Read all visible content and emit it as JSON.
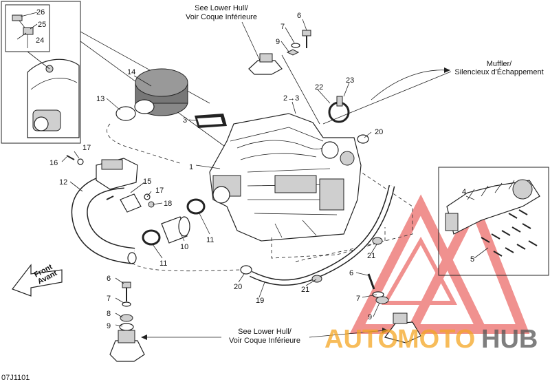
{
  "doc_code": "07J1101",
  "notes": {
    "lower_hull_top": [
      "See Lower Hull/",
      "Voir Coque Inférieure"
    ],
    "lower_hull_bottom": [
      "See Lower Hull/",
      "Voir Coque Inférieure"
    ],
    "muffler": [
      "Muffler/",
      "Silencieux d'Échappement"
    ],
    "front": [
      "Front",
      "Avant"
    ]
  },
  "callouts": {
    "c1": "1",
    "c2_3": "2→3",
    "c3": "3",
    "c4": "4",
    "c5": "5",
    "c6a": "6",
    "c6b": "6",
    "c6c": "6",
    "c7a": "7",
    "c7b": "7",
    "c7c": "7",
    "c8": "8",
    "c9a": "9",
    "c9b": "9",
    "c9c": "9",
    "c10": "10",
    "c11a": "11",
    "c11b": "11",
    "c12": "12",
    "c13": "13",
    "c14": "14",
    "c15": "15",
    "c16": "16",
    "c17a": "17",
    "c17b": "17",
    "c18": "18",
    "c19": "19",
    "c20a": "20",
    "c20b": "20",
    "c21a": "21",
    "c21b": "21",
    "c22": "22",
    "c23": "23",
    "c24": "24",
    "c25": "25",
    "c26": "26"
  },
  "watermark": {
    "text_a": "AUTO",
    "text_b": "MOTO",
    "text_c": "HUB",
    "color_a": "#f5a623",
    "color_c": "#555555",
    "logo_color": "#e53935"
  },
  "colors": {
    "line": "#222222",
    "background": "#ffffff"
  }
}
